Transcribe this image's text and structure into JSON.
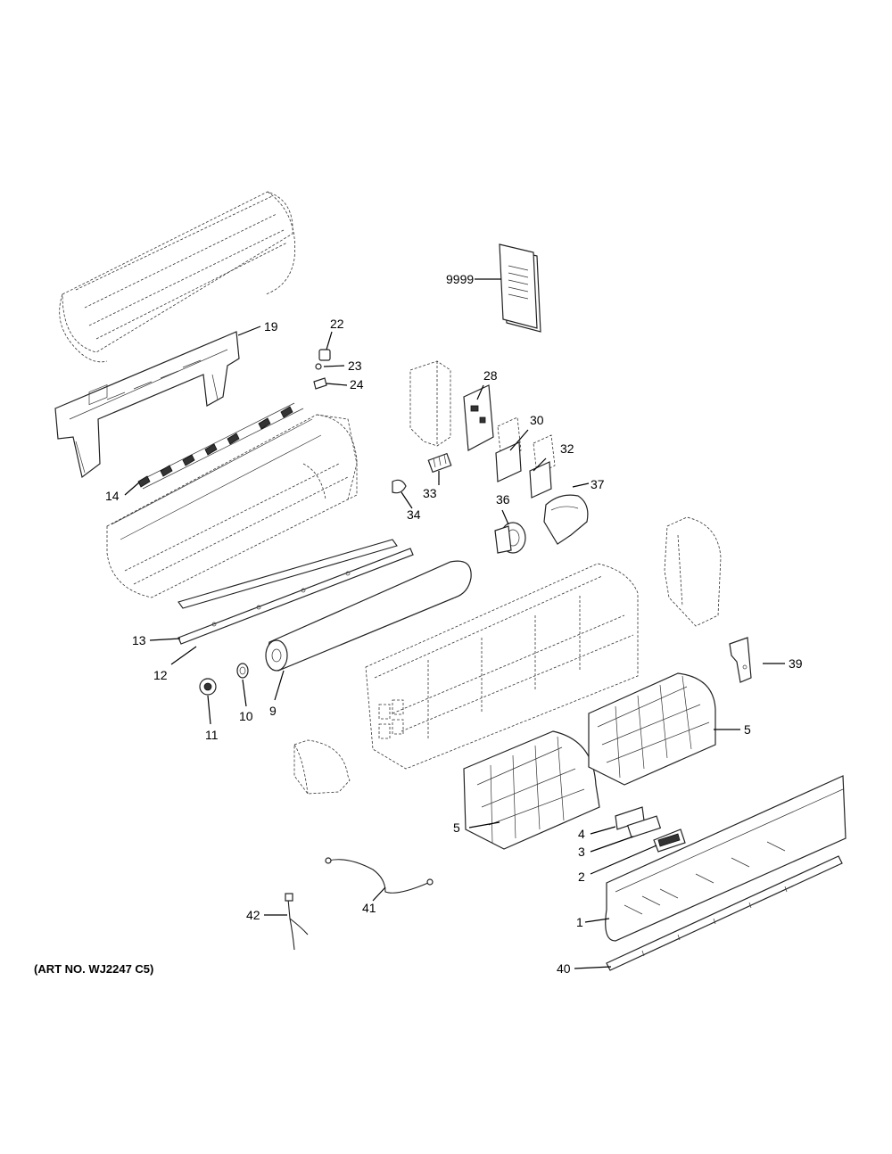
{
  "art_note": "(ART NO. WJ2247 C5)",
  "labels": [
    {
      "key": "9999",
      "text": "9999"
    },
    {
      "key": "19",
      "text": "19"
    },
    {
      "key": "22",
      "text": "22"
    },
    {
      "key": "23",
      "text": "23"
    },
    {
      "key": "24",
      "text": "24"
    },
    {
      "key": "28",
      "text": "28"
    },
    {
      "key": "30",
      "text": "30"
    },
    {
      "key": "32",
      "text": "32"
    },
    {
      "key": "37",
      "text": "37"
    },
    {
      "key": "36",
      "text": "36"
    },
    {
      "key": "33",
      "text": "33"
    },
    {
      "key": "34",
      "text": "34"
    },
    {
      "key": "14",
      "text": "14"
    },
    {
      "key": "13",
      "text": "13"
    },
    {
      "key": "12",
      "text": "12"
    },
    {
      "key": "11",
      "text": "11"
    },
    {
      "key": "10",
      "text": "10"
    },
    {
      "key": "9",
      "text": "9"
    },
    {
      "key": "39",
      "text": "39"
    },
    {
      "key": "5a",
      "text": "5"
    },
    {
      "key": "5b",
      "text": "5"
    },
    {
      "key": "4",
      "text": "4"
    },
    {
      "key": "3",
      "text": "3"
    },
    {
      "key": "2",
      "text": "2"
    },
    {
      "key": "1",
      "text": "1"
    },
    {
      "key": "40",
      "text": "40"
    },
    {
      "key": "41",
      "text": "41"
    },
    {
      "key": "42",
      "text": "42"
    }
  ]
}
